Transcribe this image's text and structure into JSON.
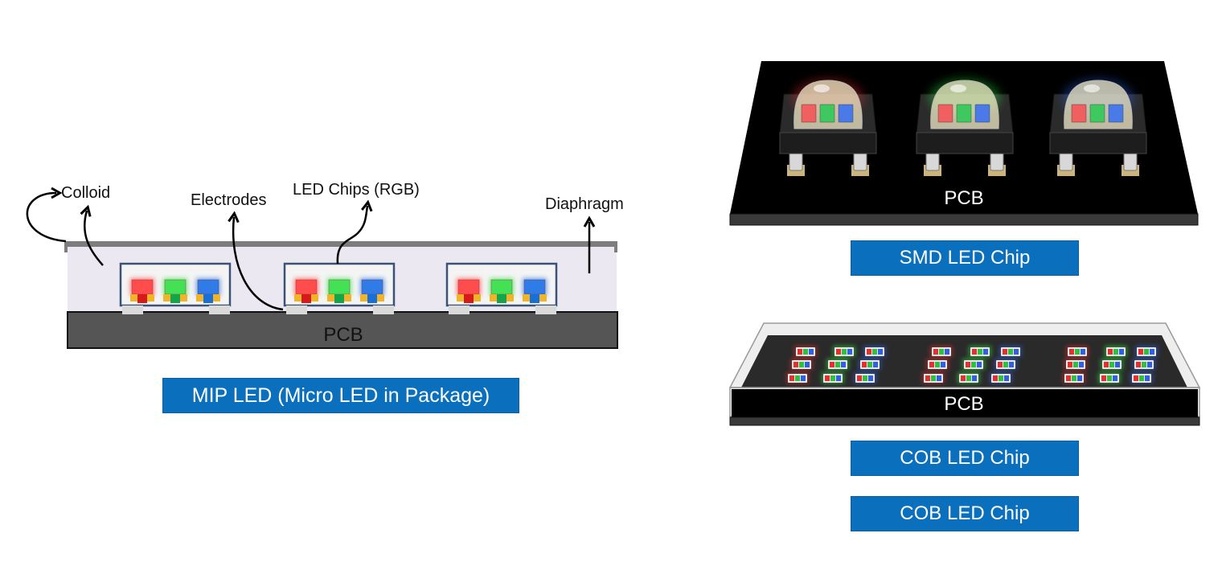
{
  "mip": {
    "labels": {
      "colloid": "Colloid",
      "electrodes": "Electrodes",
      "led_chips": "LED Chips (RGB)",
      "diaphragm": "Diaphragm",
      "pcb": "PCB"
    },
    "caption": "MIP LED (Micro LED in Package)",
    "package_count": 3,
    "chip_colors": [
      "#ff4d4d",
      "#44e055",
      "#2f7be8"
    ]
  },
  "smd": {
    "pcb": "PCB",
    "caption": "SMD LED Chip",
    "package_glow": [
      "#ff3030",
      "#30ff40",
      "#3070ff"
    ]
  },
  "cob": {
    "pcb": "PCB",
    "caption": "COB LED Chip",
    "caption_repeat": "COB LED Chip",
    "groups": 3,
    "chips_per_group": 9
  },
  "colors": {
    "badge": "#0a6fbd",
    "mip_pcb": "#555555",
    "mip_colloid": "#ece8f1",
    "smd_pcb": "#000000"
  }
}
